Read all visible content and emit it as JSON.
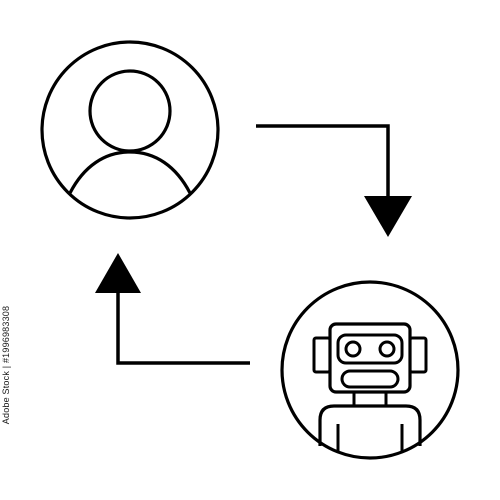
{
  "diagram": {
    "nodes": [
      {
        "id": "person",
        "icon": "user-avatar-icon"
      },
      {
        "id": "robot",
        "icon": "robot-icon"
      }
    ],
    "edges": [
      {
        "from": "person",
        "to": "robot",
        "icon": "arrow-down-right-icon"
      },
      {
        "from": "robot",
        "to": "person",
        "icon": "arrow-up-left-icon"
      }
    ],
    "stroke_color": "#000000",
    "background_color": "#ffffff"
  },
  "credit": {
    "text": "Adobe Stock | #1996983308"
  }
}
